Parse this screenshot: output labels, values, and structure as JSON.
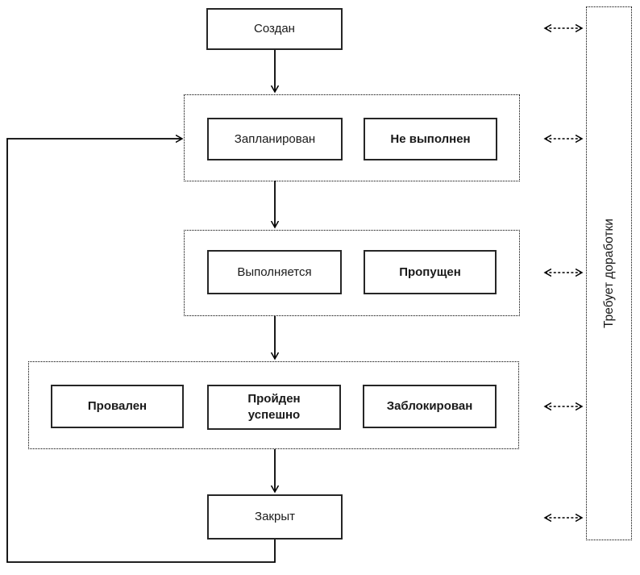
{
  "diagram": {
    "type": "state-transition",
    "nodes": {
      "created": "Создан",
      "planned": "Запланирован",
      "not_executed": "Не выполнен",
      "executing": "Выполняется",
      "skipped": "Пропущен",
      "failed": "Провален",
      "passed": "Пройден\nуспешно",
      "blocked": "Заблокирован",
      "closed": "Закрыт",
      "needs_rework": "Требует доработки"
    },
    "edges": [
      {
        "from": "created",
        "to": "planned-group",
        "style": "solid-arrow"
      },
      {
        "from": "planned-group",
        "to": "executing-group",
        "style": "solid-arrow"
      },
      {
        "from": "executing-group",
        "to": "result-group",
        "style": "solid-arrow"
      },
      {
        "from": "result-group",
        "to": "closed",
        "style": "solid-arrow"
      },
      {
        "from": "closed",
        "to": "planned-group",
        "style": "solid-arrow-loop-left"
      },
      {
        "from": "created",
        "to": "needs_rework",
        "style": "dashed-double-arrow"
      },
      {
        "from": "planned-group",
        "to": "needs_rework",
        "style": "dashed-double-arrow"
      },
      {
        "from": "executing-group",
        "to": "needs_rework",
        "style": "dashed-double-arrow"
      },
      {
        "from": "result-group",
        "to": "needs_rework",
        "style": "dashed-double-arrow"
      },
      {
        "from": "closed",
        "to": "needs_rework",
        "style": "dashed-double-arrow"
      }
    ],
    "colors": {
      "line": "#000000",
      "box_border": "#262626",
      "text": "#1a1a1a",
      "background": "#ffffff"
    }
  }
}
